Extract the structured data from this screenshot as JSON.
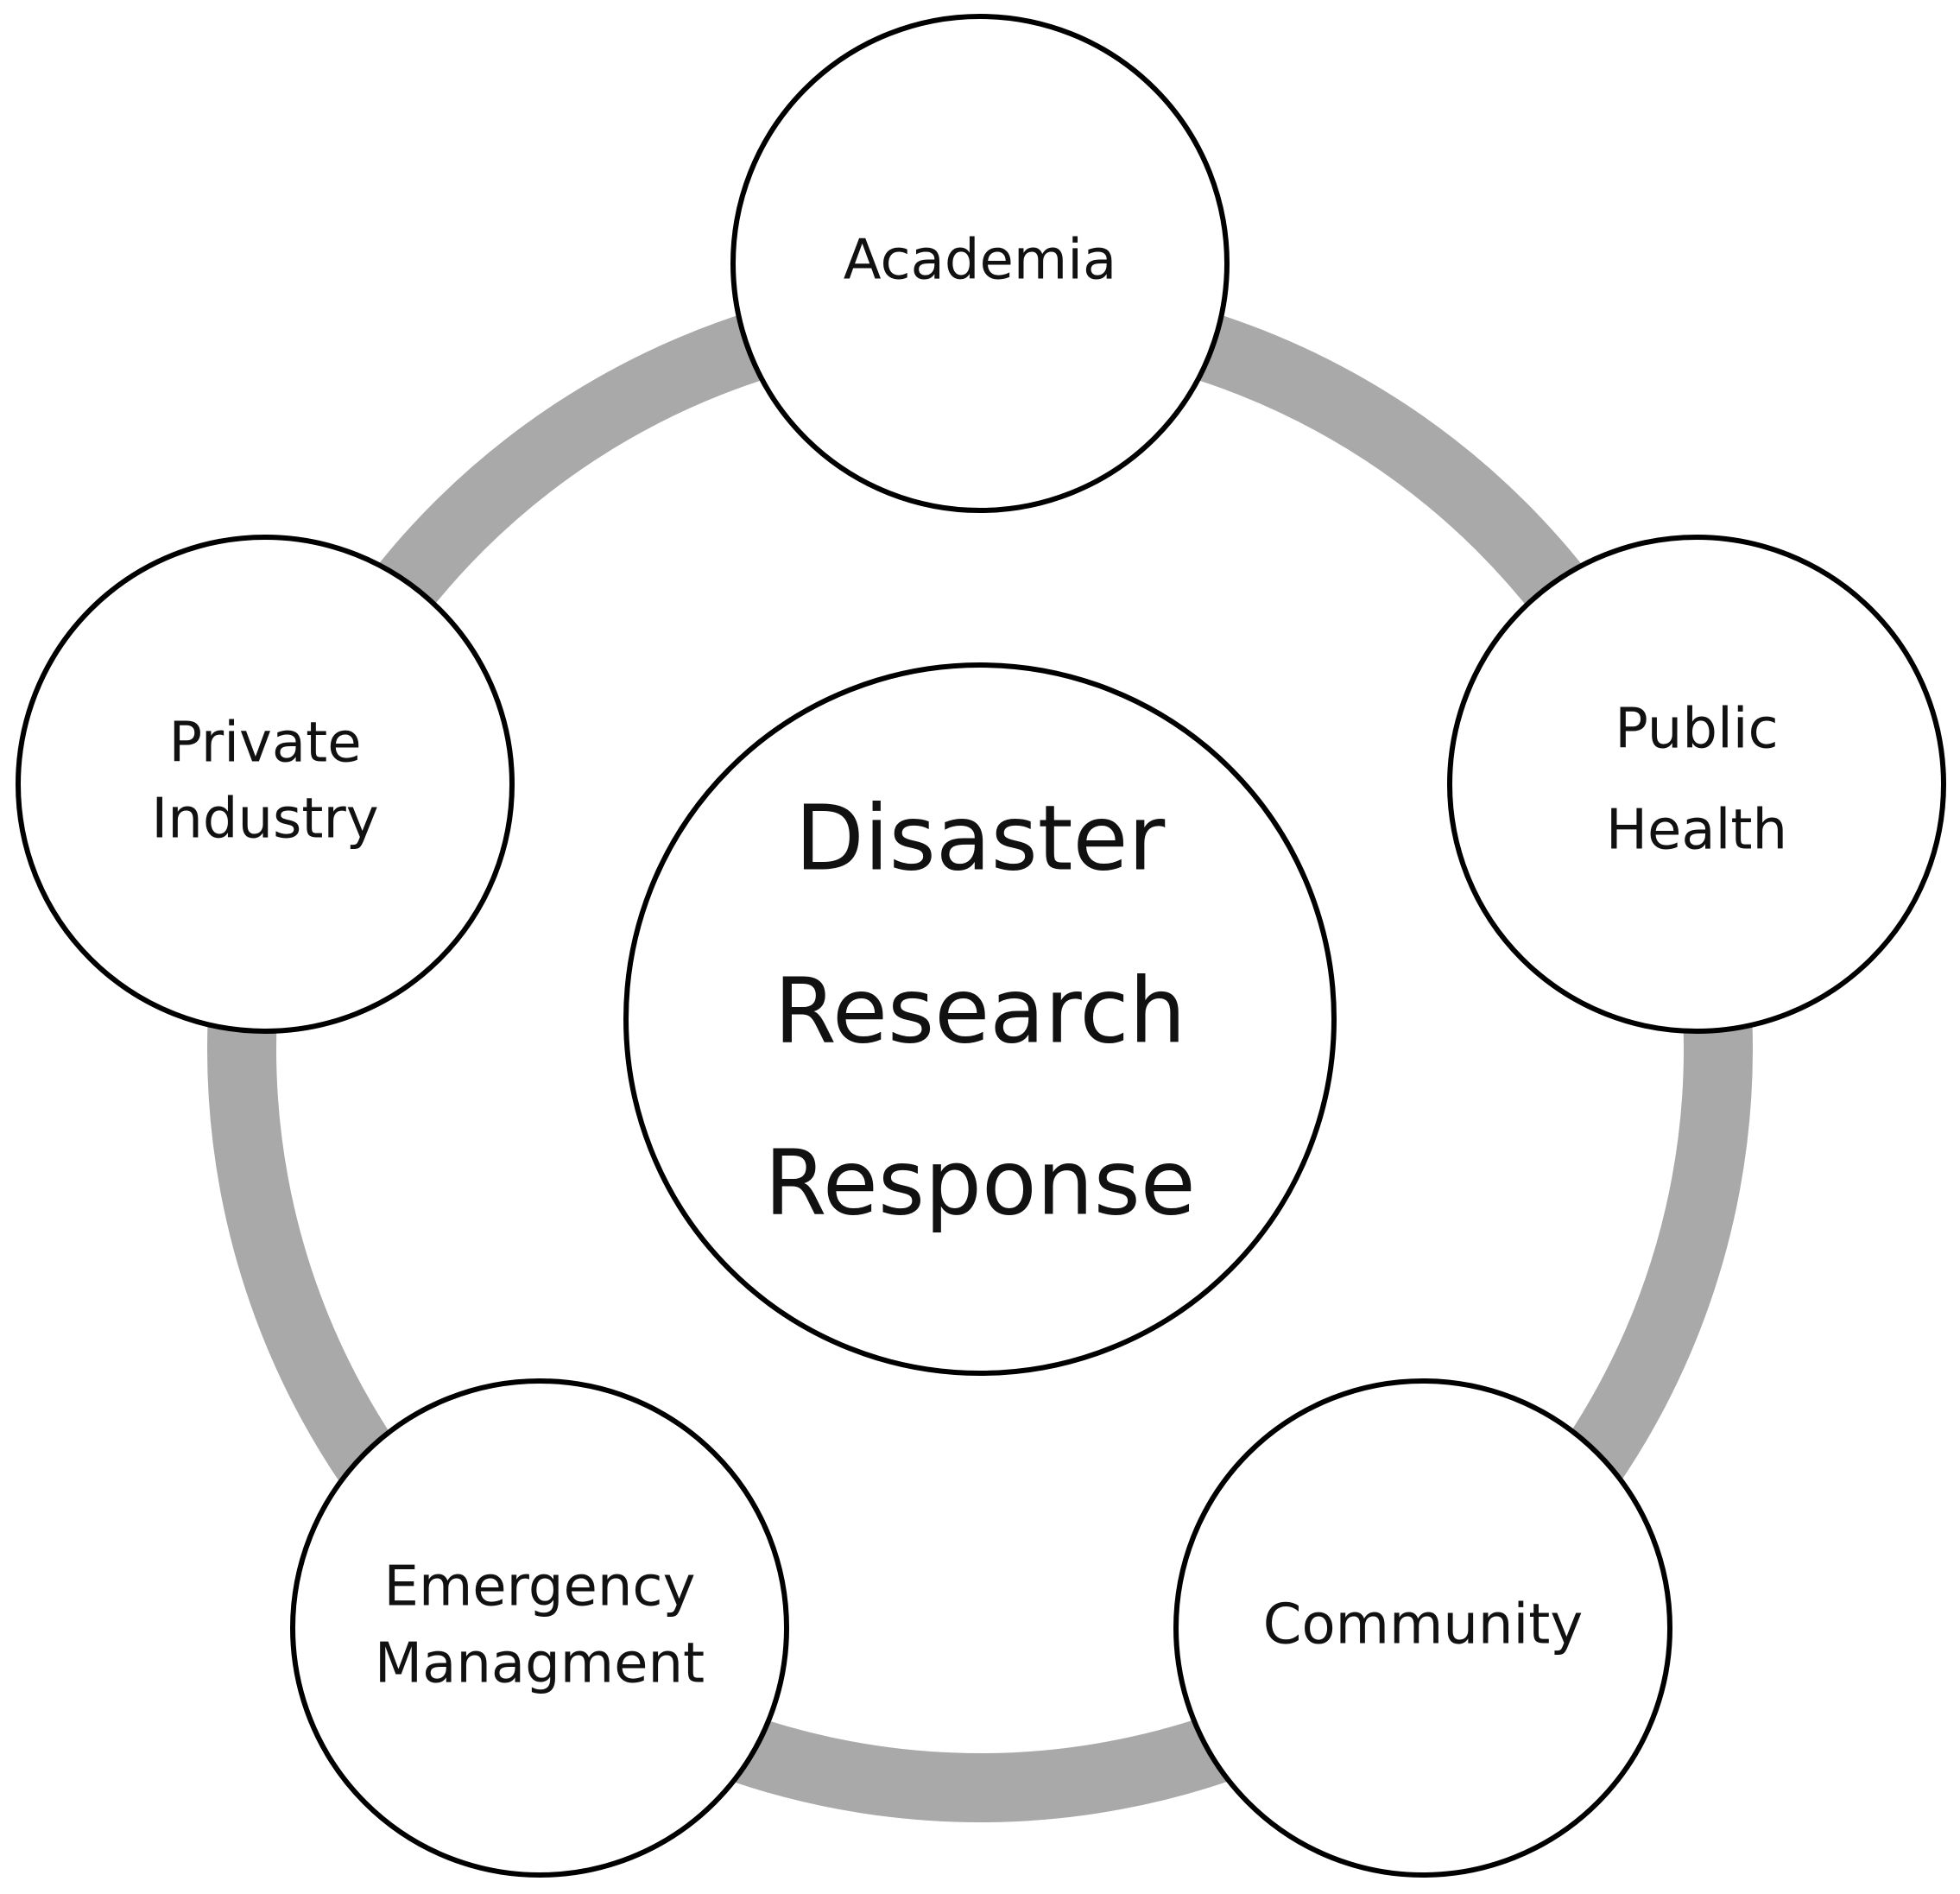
{
  "diagram": {
    "colors": {
      "ring": "#a9a9a9",
      "circle_stroke": "#000000",
      "circle_fill": "#ffffff",
      "text": "#111111"
    },
    "center": {
      "lines": [
        "Disaster",
        "Research",
        "Response"
      ]
    },
    "nodes": [
      {
        "id": "academia",
        "lines": [
          "Academia"
        ]
      },
      {
        "id": "public-health",
        "lines": [
          "Public",
          "Health"
        ]
      },
      {
        "id": "community",
        "lines": [
          "Community"
        ]
      },
      {
        "id": "emergency-management",
        "lines": [
          "Emergency",
          "Managment"
        ]
      },
      {
        "id": "private-industry",
        "lines": [
          "Private",
          "Industry"
        ]
      }
    ]
  }
}
